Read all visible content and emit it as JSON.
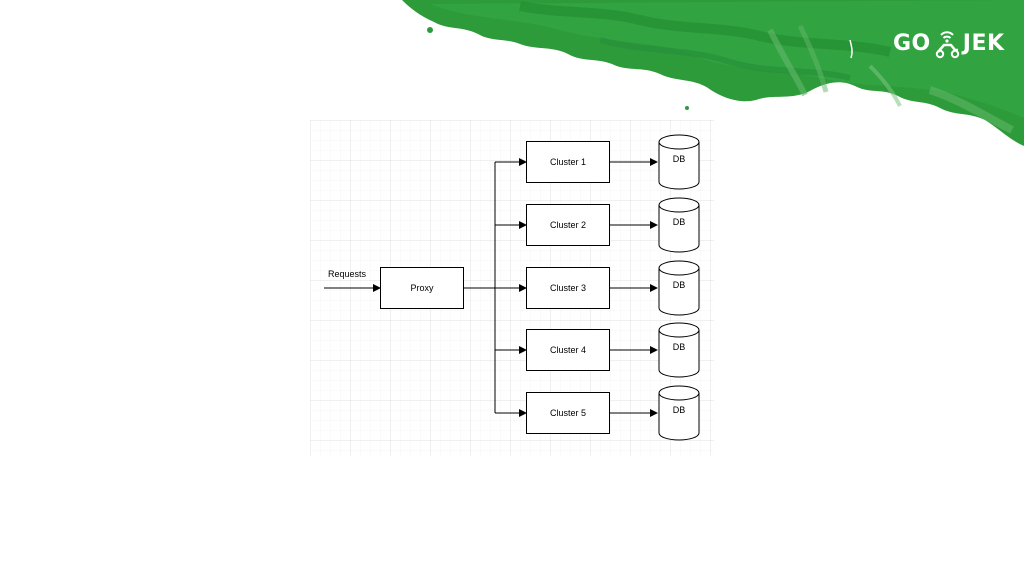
{
  "brand": {
    "logo_left": "GO",
    "logo_right": "JEK",
    "logo_icon": "scooter-rider-icon",
    "accent_color": "#2e9b3a",
    "accent_dark": "#1f8a2e"
  },
  "diagram": {
    "input_label": "Requests",
    "proxy_label": "Proxy",
    "clusters": [
      {
        "label": "Cluster 1",
        "db_label": "DB"
      },
      {
        "label": "Cluster 2",
        "db_label": "DB"
      },
      {
        "label": "Cluster 3",
        "db_label": "DB"
      },
      {
        "label": "Cluster 4",
        "db_label": "DB"
      },
      {
        "label": "Cluster 5",
        "db_label": "DB"
      }
    ]
  }
}
